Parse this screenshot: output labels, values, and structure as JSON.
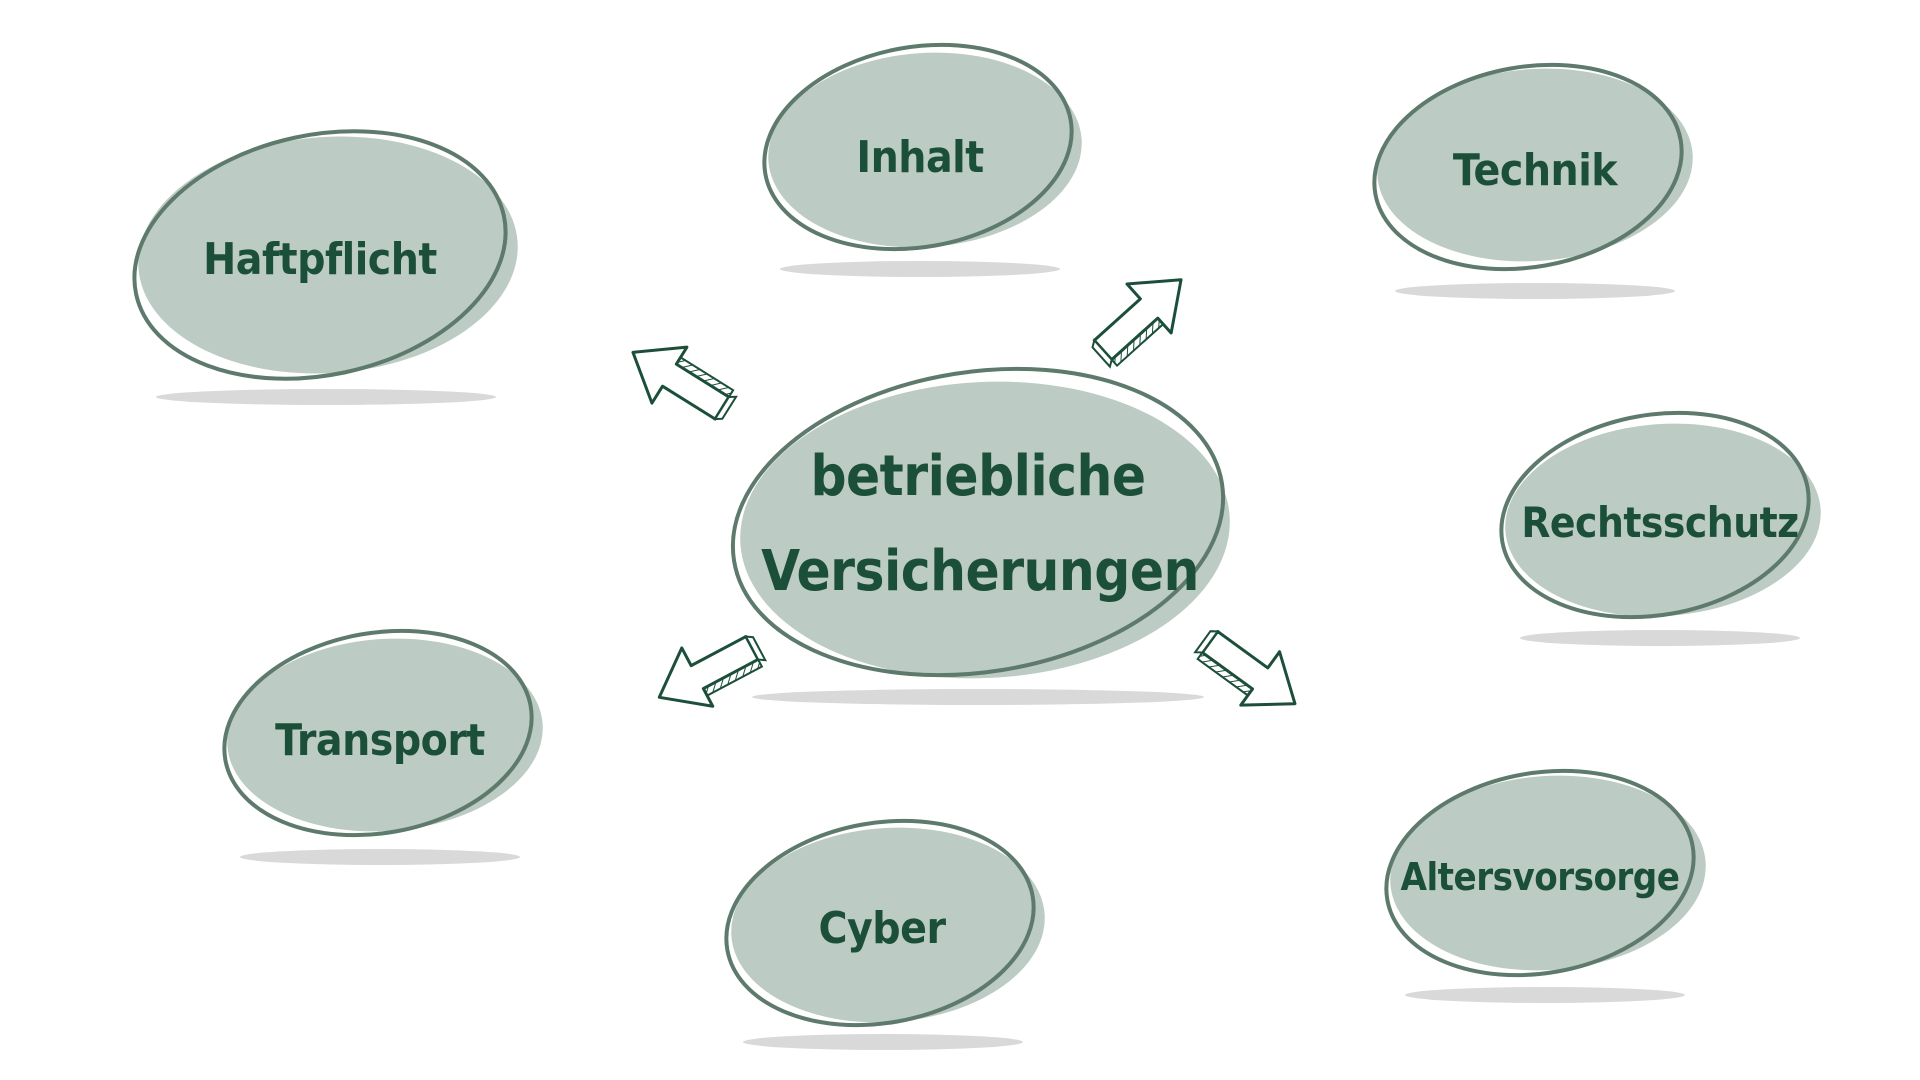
{
  "diagram": {
    "center": {
      "line1": "betriebliche",
      "line2": "Versicherungen"
    },
    "nodes": [
      {
        "id": "haftpflicht",
        "label": "Haftpflicht"
      },
      {
        "id": "inhalt",
        "label": "Inhalt"
      },
      {
        "id": "technik",
        "label": "Technik"
      },
      {
        "id": "rechtsschutz",
        "label": "Rechtsschutz"
      },
      {
        "id": "transport",
        "label": "Transport"
      },
      {
        "id": "cyber",
        "label": "Cyber"
      },
      {
        "id": "altersvorsorge",
        "label": "Altersvorsorge"
      }
    ]
  },
  "colors": {
    "fill": "#bccbc3",
    "outline": "#5d7a6d",
    "text": "#1c4f3a",
    "shadow": "#d9d9d9",
    "arrow": "#1c4f3a"
  }
}
